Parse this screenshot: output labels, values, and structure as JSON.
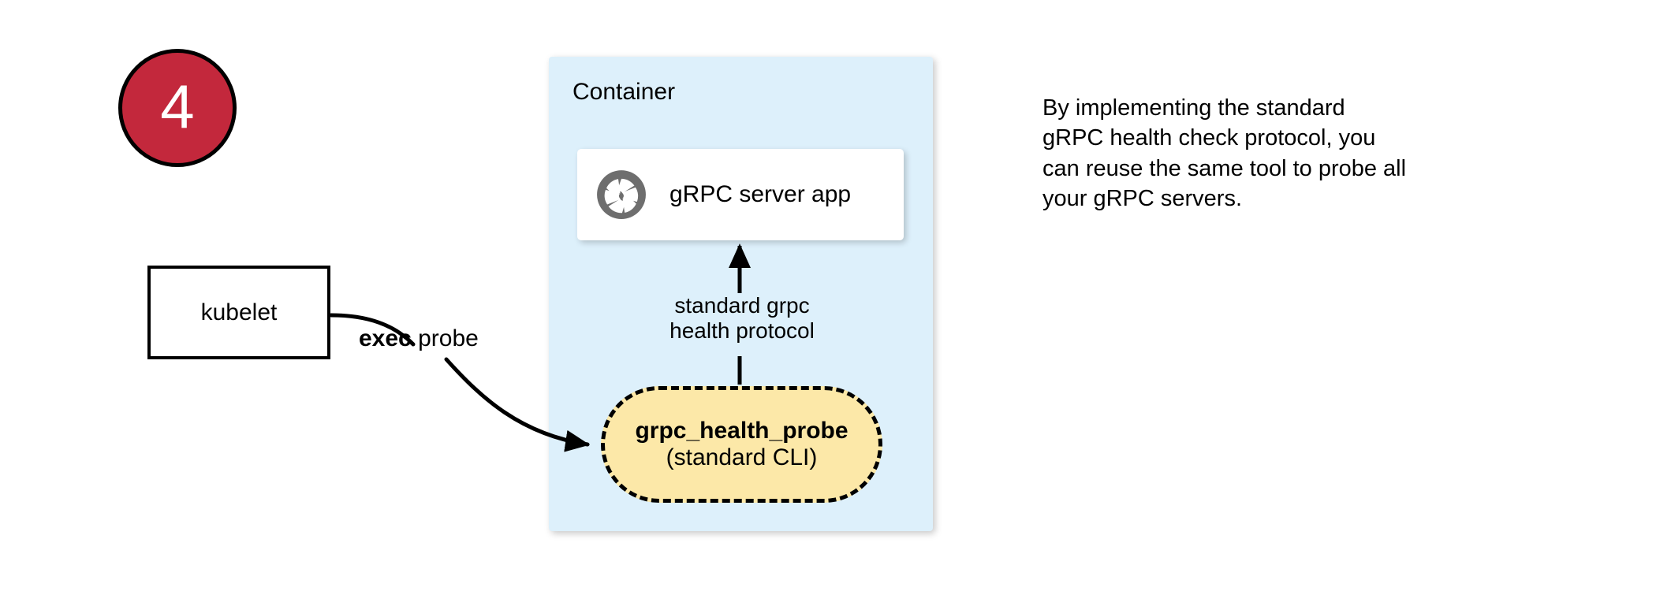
{
  "step": {
    "number": "4",
    "badge_fill": "#C3283C",
    "badge_text_color": "#FFFFFF"
  },
  "container": {
    "title": "Container",
    "fill": "#DDF0FB"
  },
  "server_card": {
    "label": "gRPC server app",
    "icon": "aperture-icon",
    "icon_color": "#6E6E6E",
    "fill": "#FFFFFF"
  },
  "kubelet": {
    "label": "kubelet",
    "fill": "#FFFFFF",
    "stroke": "#000000"
  },
  "probe": {
    "title": "grpc_health_probe",
    "subtitle": "(standard CLI)",
    "fill": "#FCE8A8",
    "stroke": "#000000",
    "stroke_style": "dashed"
  },
  "edges": {
    "exec_probe": {
      "bold_part": "exec",
      "rest_part": " probe"
    },
    "health_protocol": {
      "line1": "standard grpc",
      "line2": "health protocol"
    }
  },
  "note": {
    "line1": "By implementing the standard",
    "line2": "gRPC health check protocol, you",
    "line3": "can reuse the same tool to probe all",
    "line4": "your gRPC servers."
  }
}
